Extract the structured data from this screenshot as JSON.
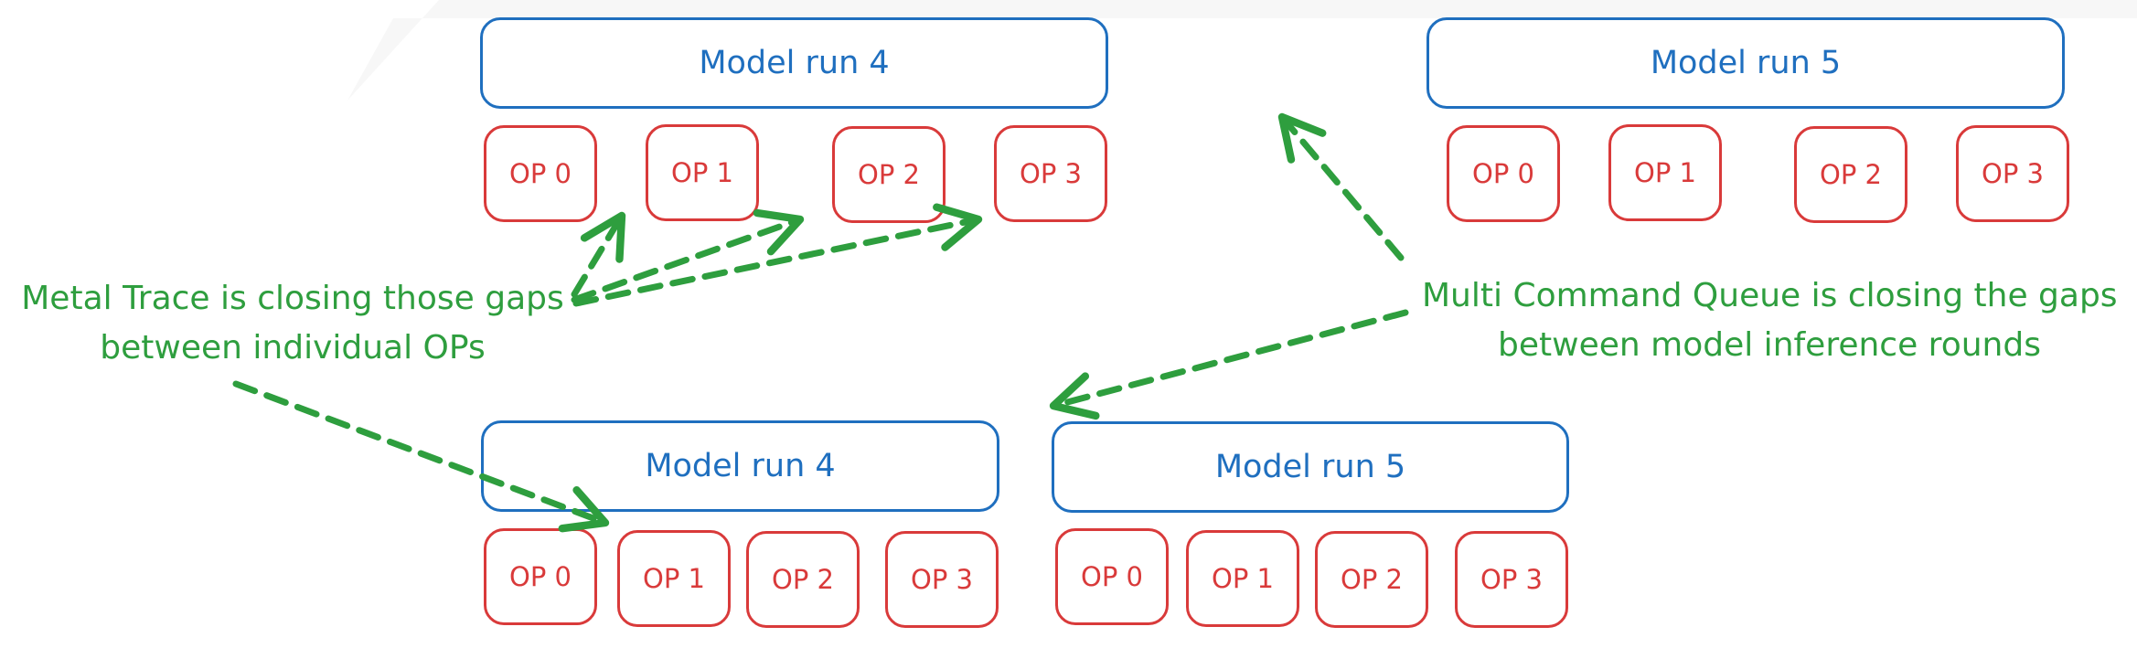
{
  "colors": {
    "run_border": "#1f6fbf",
    "op_border": "#d93a3a",
    "annotation": "#2e9e3e"
  },
  "top": {
    "run4": {
      "label": "Model run 4",
      "ops": [
        "OP 0",
        "OP 1",
        "OP 2",
        "OP 3"
      ]
    },
    "run5": {
      "label": "Model run 5",
      "ops": [
        "OP 0",
        "OP 1",
        "OP 2",
        "OP 3"
      ]
    }
  },
  "bottom": {
    "run4": {
      "label": "Model run 4",
      "ops": [
        "OP 0",
        "OP 1",
        "OP 2",
        "OP 3"
      ]
    },
    "run5": {
      "label": "Model run 5",
      "ops": [
        "OP 0",
        "OP 1",
        "OP 2",
        "OP 3"
      ]
    }
  },
  "annotations": {
    "metal_trace": {
      "line1": "Metal Trace is closing those gaps",
      "line2": "between individual OPs"
    },
    "multi_cq": {
      "line1": "Multi Command Queue is closing the gaps",
      "line2": "between model inference rounds"
    }
  }
}
